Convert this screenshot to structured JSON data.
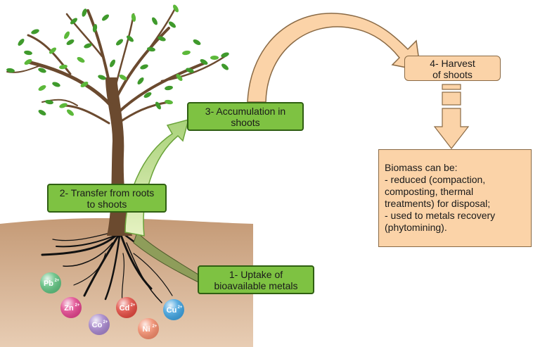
{
  "steps": {
    "uptake": [
      "1- Uptake of",
      "bioavailable metals"
    ],
    "transfer": [
      "2- Transfer from roots",
      "to shoots"
    ],
    "accumulation": [
      "3- Accumulation in",
      "shoots"
    ],
    "harvest": [
      "4- Harvest",
      "of shoots"
    ]
  },
  "biomass": {
    "lines": [
      "Biomass can be:",
      "- reduced (compaction,",
      "composting, thermal",
      "treatments) for disposal;",
      "- used to metals recovery",
      "(phytomining)."
    ]
  },
  "metals": [
    {
      "symbol": "Pb",
      "charge": "2+",
      "color": "#5fbf7f"
    },
    {
      "symbol": "Zn",
      "charge": "2+",
      "color": "#e0448c"
    },
    {
      "symbol": "Co",
      "charge": "2+",
      "color": "#a383c9"
    },
    {
      "symbol": "Cd",
      "charge": "2+",
      "color": "#e04a40"
    },
    {
      "symbol": "Ni",
      "charge": "2+",
      "color": "#f08a6a"
    },
    {
      "symbol": "Cu",
      "charge": "2+",
      "color": "#3fa0dc"
    }
  ],
  "colors": {
    "soil": "#c9a07c",
    "box_green": "#7ec242",
    "box_peach": "#fbd3a8",
    "trunk": "#6b4a2f",
    "leaf": "#3f9a2c"
  }
}
